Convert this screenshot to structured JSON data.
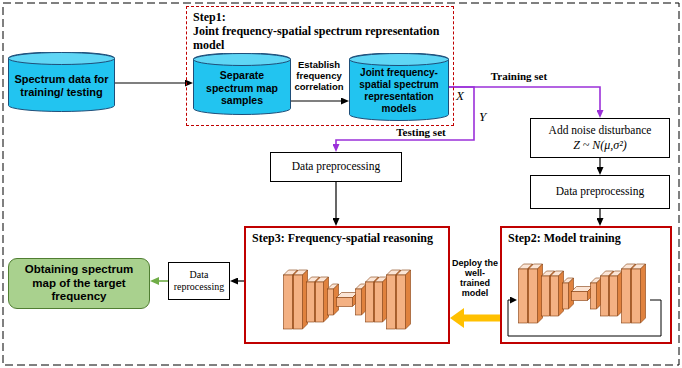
{
  "diagram": {
    "nodes": [
      {
        "text": [
          "Spectrum data for training/ testing"
        ]
      },
      {
        "text": [
          "Step1:",
          "Joint frequency-spatial spectrum representation model"
        ]
      },
      {
        "text": [
          "Separate spectrum map samples"
        ],
        "in": 1
      },
      {
        "text": [
          "Joint frequency- spatial spectrum representation models"
        ],
        "in": 1
      },
      {
        "text": [
          "Add noise disturbance",
          "Z ~ N(μ,σ²)"
        ]
      },
      {
        "text": [
          "Data preprocessing"
        ]
      },
      {
        "text": [
          "Data preprocessing"
        ]
      },
      {
        "text": [
          "Step3: Frequency-spatial reasoning"
        ]
      },
      {
        "text": [
          "Step2: Model training"
        ]
      },
      {
        "text": [
          "Data reprocessing"
        ]
      },
      {
        "text": [
          "Obtaining spectrum map of the target frequency"
        ]
      }
    ],
    "edges": [
      {
        "from": 0,
        "to": 2,
        "arrow": "to"
      },
      {
        "from": 2,
        "to": 3,
        "label": "Establish frequency correlation",
        "arrow": "to"
      },
      {
        "from": 3,
        "to": 4,
        "label": "Training set",
        "arrow": "to"
      },
      {
        "from": 3,
        "to": 6,
        "label": "Testing set",
        "arrow": "to"
      },
      {
        "from": 4,
        "to": 5,
        "arrow": "to"
      },
      {
        "from": 5,
        "to": 8,
        "arrow": "to"
      },
      {
        "from": 6,
        "to": 7,
        "arrow": "to"
      },
      {
        "from": 8,
        "to": 7,
        "label": "Deploy the well-trained model",
        "arrow": "to"
      },
      {
        "from": 7,
        "to": 9,
        "arrow": "to"
      },
      {
        "from": 9,
        "to": 10,
        "arrow": "to"
      }
    ],
    "labels": [
      "X",
      "Y"
    ]
  }
}
